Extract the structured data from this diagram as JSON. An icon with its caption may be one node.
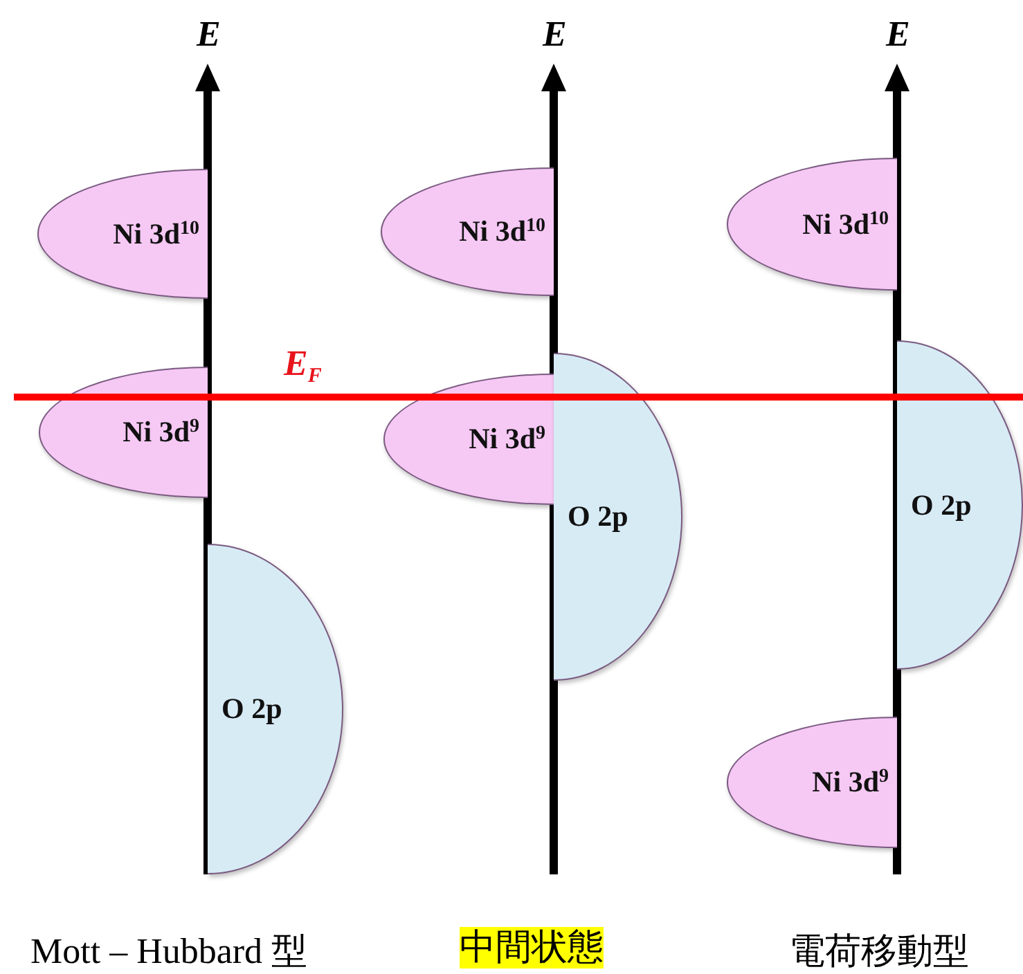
{
  "diagram": {
    "nodes": [
      {
        "text": [
          "Ni 3d$^{10}$"
        ]
      },
      {
        "text": [
          "Ni 3d$^{9}$"
        ]
      },
      {
        "text": [
          "O 2p"
        ]
      },
      {
        "text": [
          "Ni 3d$^{10}$"
        ]
      },
      {
        "text": [
          "Ni 3d$^{9}$"
        ]
      },
      {
        "text": [
          "O 2p"
        ]
      },
      {
        "text": [
          "Ni 3d$^{10}$"
        ]
      },
      {
        "text": [
          "O 2p"
        ]
      },
      {
        "text": [
          "Ni 3d$^{9}$"
        ]
      }
    ],
    "labels": [
      "E",
      "E",
      "E",
      "E$_{F}$",
      "Mott – Hubbard 型",
      "中間状態",
      "電荷移動型"
    ]
  }
}
